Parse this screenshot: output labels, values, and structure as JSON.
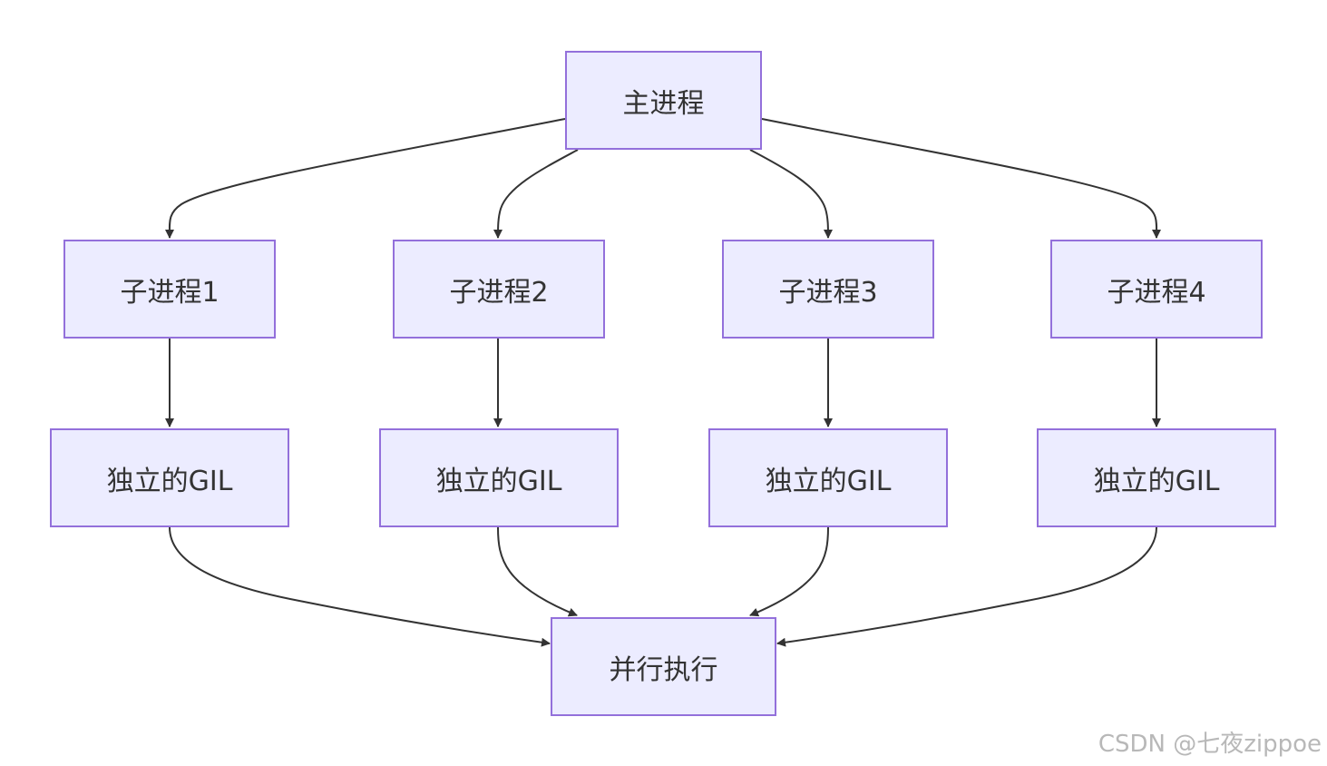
{
  "diagram": {
    "nodes": {
      "main": "主进程",
      "child1": "子进程1",
      "child2": "子进程2",
      "child3": "子进程3",
      "child4": "子进程4",
      "gil1": "独立的GIL",
      "gil2": "独立的GIL",
      "gil3": "独立的GIL",
      "gil4": "独立的GIL",
      "parallel": "并行执行"
    },
    "edges": [
      [
        "main",
        "child1"
      ],
      [
        "main",
        "child2"
      ],
      [
        "main",
        "child3"
      ],
      [
        "main",
        "child4"
      ],
      [
        "child1",
        "gil1"
      ],
      [
        "child2",
        "gil2"
      ],
      [
        "child3",
        "gil3"
      ],
      [
        "child4",
        "gil4"
      ],
      [
        "gil1",
        "parallel"
      ],
      [
        "gil2",
        "parallel"
      ],
      [
        "gil3",
        "parallel"
      ],
      [
        "gil4",
        "parallel"
      ]
    ],
    "colors": {
      "node_fill": "#ECECFF",
      "node_border": "#9370DB",
      "edge": "#333333",
      "text": "#333333"
    }
  },
  "watermark": "CSDN @七夜zippoe"
}
